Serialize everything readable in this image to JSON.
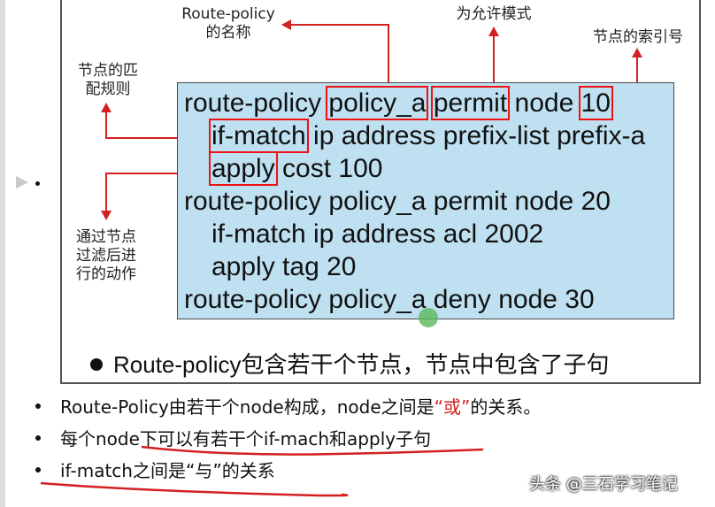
{
  "annotations": {
    "policy_name": "Route-policy\n的名称",
    "top_partial": "为允许模式",
    "node_index": "节点的索引号",
    "match_rule": "节点的匹\n配规则",
    "action": "通过节点\n过滤后进\n行的动作"
  },
  "code": {
    "l1": {
      "a": "route-policy ",
      "b": "policy_a",
      "c": " ",
      "d": "permit",
      "e": " node ",
      "f": "10"
    },
    "l2": {
      "a": "if-match",
      "b": " ip address prefix-list prefix-a"
    },
    "l3": {
      "a": "apply",
      "b": " cost 100"
    },
    "l4": "route-policy policy_a permit node 20",
    "l5": "if-match ip address acl 2002",
    "l6": "apply tag 20",
    "l7": "route-policy policy_a deny node 30"
  },
  "main_bullet": "Route-policy包含若干个节点，节点中包含了子句",
  "list": {
    "item1_a": "Route-Policy由若干个node构成，node之间是",
    "item1_b": "“或”",
    "item1_c": "的关系。",
    "item2": "每个node下可以有若干个if-mach和apply子句",
    "item3": "if-match之间是“与”的关系"
  },
  "watermark": "头条 @三石学习笔记",
  "colors": {
    "highlight": "#e11111",
    "code_bg": "#bfe0f1",
    "red_text": "#d42020"
  }
}
